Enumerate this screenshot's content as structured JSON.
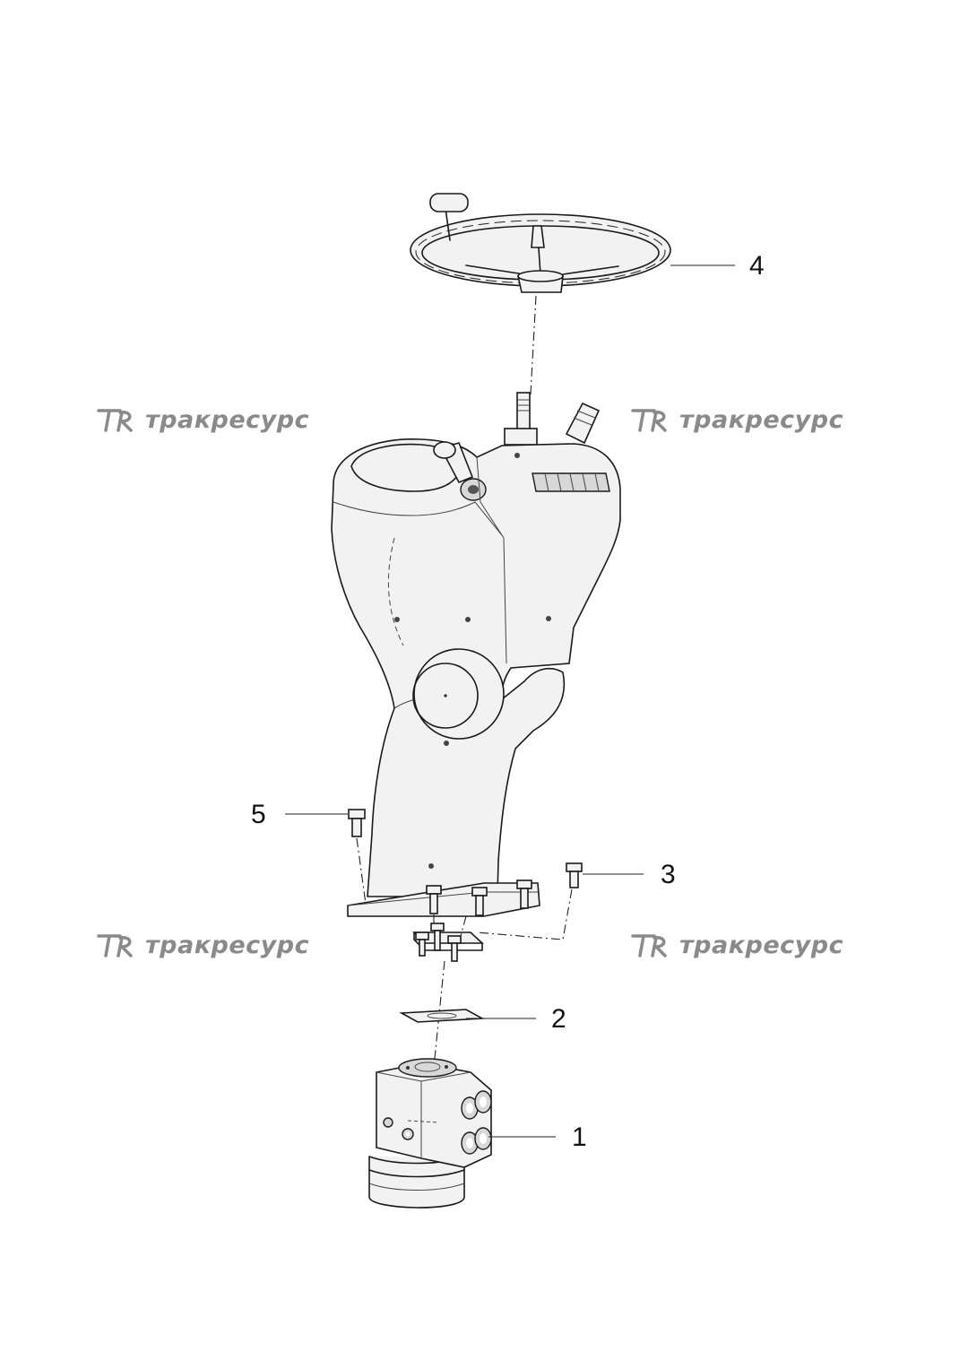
{
  "watermark": {
    "text": "тракресурс",
    "color": "#8a8a8a"
  },
  "callouts": [
    {
      "id": "1",
      "label": "1"
    },
    {
      "id": "2",
      "label": "2"
    },
    {
      "id": "3",
      "label": "3"
    },
    {
      "id": "4",
      "label": "4"
    },
    {
      "id": "5",
      "label": "5"
    }
  ]
}
